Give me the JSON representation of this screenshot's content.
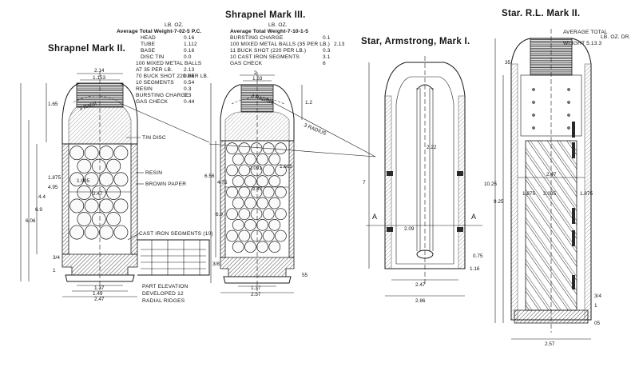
{
  "titles": {
    "shrapnel_iii": "Shrapnel Mark III.",
    "shrapnel_ii": "Shrapnel Mark II.",
    "star_armstrong": "Star, Armstrong, Mark I.",
    "star_rl": "Star. R.L. Mark II."
  },
  "table_ii": {
    "heading": "Average Total Weight-7-02-5 P.C.",
    "unit": "LB. OZ.",
    "rows": [
      {
        "label": "HEAD",
        "value": "0.16"
      },
      {
        "label": "TUBE",
        "value": "1.112"
      },
      {
        "label": "BASE",
        "value": "0.16"
      },
      {
        "label": "DISC TIN",
        "value": "0.0"
      },
      {
        "label": "100 MIXED METAL BALLS",
        "value": ""
      },
      {
        "label": "AT 35 PER LB.",
        "value": "2.13"
      },
      {
        "label": "70 BUCK SHOT 220 PER LB.",
        "value": "0.54"
      },
      {
        "label": "10 SEGMENTS",
        "value": "0.54"
      },
      {
        "label": "RESIN",
        "value": "0.3"
      },
      {
        "label": "BURSTING CHARGE",
        "value": "0.3"
      },
      {
        "label": "GAS CHECK",
        "value": "0.44"
      }
    ]
  },
  "table_iii": {
    "heading": "Average Total Weight-7-10-1-5",
    "unit": "LB. OZ.",
    "rows": [
      {
        "label": "BURSTING CHARGE",
        "value": "0.1"
      },
      {
        "label": "100 MIXED METAL BALLS (35 PER LB.)",
        "value": "2.13"
      },
      {
        "label": "11 BUCK SHOT (220 PER LB.)",
        "value": "0.3"
      },
      {
        "label": "10 CAST IRON SEGMENTS",
        "value": "3.1"
      },
      {
        "label": "GAS CHECK",
        "value": "6"
      }
    ]
  },
  "star_rl_weight": {
    "line1": "AVERAGE TOTAL",
    "unit": "LB. OZ. DR.",
    "line2": "WEIGHT 5.13.3"
  },
  "shrapnel_ii_labels": {
    "tin_disc": "TIN DISC",
    "resin": "RESIN",
    "brown_paper": "BROWN PAPER",
    "cast_iron_segments": "CAST IRON SEGMENTS (10)",
    "part_elevation_1": "PART ELEVATION",
    "part_elevation_2": "DEVELOPED 12",
    "part_elevation_3": "RADIAL RIDGES",
    "radius": "3 RADII"
  },
  "shrapnel_iii_labels": {
    "radius_arc": "3 RADIUS",
    "radius_line": "3 RADIUS"
  },
  "star_armstrong_labels": {
    "section_a_left": "A",
    "section_a_right": "A"
  },
  "dims_ii": {
    "top": "2.14",
    "top2": "1.153",
    "left1": "1.65",
    "left2": "4.95",
    "left3": "4.4",
    "left4": "6.9",
    "left5": "6.06",
    "mid": "2.47",
    "bottom1": "1.37",
    "bottom2": "1.49",
    "bottom3": "2.47",
    "small1": "1.875",
    "small2": "1.905",
    "small3": "3/4",
    "small4": "1"
  },
  "dims_iii": {
    "top": "2",
    "top2": "1.63",
    "right": "1.2",
    "left1": "6.56",
    "left2": "4.75",
    "left3": "6.9",
    "mid1": "2.091",
    "mid2": "2.47",
    "mid3": "1.865",
    "bottom1": "1.37",
    "bottom2": "2.57",
    "small": "55",
    "small2": "3/8"
  },
  "dims_arm": {
    "height": "7",
    "inner": "2.22",
    "inner2": "2.09",
    "bottom1": "2.47",
    "bottom2": "2.86",
    "small1": "0.75",
    "small2": "1.16"
  },
  "dims_rl": {
    "top": "35",
    "h1": "10.25",
    "h2": "9.25",
    "w1": "1.875",
    "w2": "2.085",
    "w3": "2.47",
    "bottom": "2.57",
    "side1": "3/4",
    "side2": "1",
    "small": "05",
    "mid": "1.875"
  }
}
